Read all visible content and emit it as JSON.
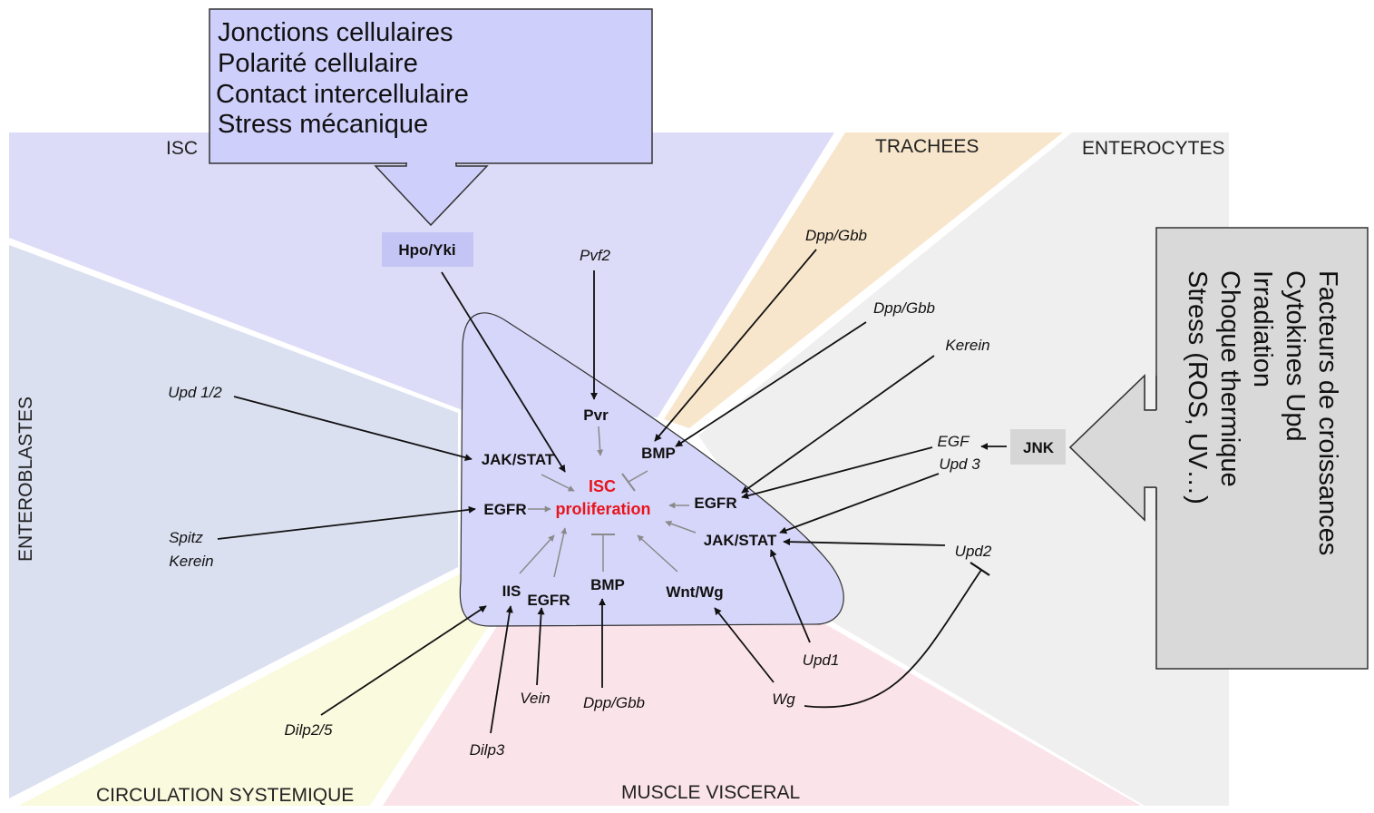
{
  "colors": {
    "isc": "#dcdcf8",
    "enteroblasts": "#dbe0f1",
    "trachees": "#f8e6cc",
    "enterocytes": "#efefef",
    "circulation": "#fafade",
    "muscle": "#fbe3ea",
    "cell": "#d6d6fa",
    "top_box": "#cfcffc",
    "right_box": "#d9d9d9",
    "hpo_box": "#c5c5f5",
    "jnk_box": "#d6d6d6",
    "proliferation": "#e8141c"
  },
  "regions": {
    "isc": "ISC",
    "trachees": "TRACHEES",
    "enterocytes": "ENTEROCYTES",
    "enteroblasts": "ENTEROBLASTES",
    "circulation": "CIRCULATION SYSTEMIQUE",
    "muscle": "MUSCLE VISCERAL"
  },
  "top_box": {
    "lines": [
      "Jonctions cellulaires",
      "Polarité cellulaire",
      "Contact intercellulaire",
      "Stress mécanique"
    ]
  },
  "right_box": {
    "lines": [
      "Facteurs de croissances",
      "Cytokines Upd",
      "Irradiation",
      "Choque thermique",
      "Stress (ROS, UV…)"
    ]
  },
  "center": {
    "line1": "ISC",
    "line2": "proliferation"
  },
  "pathways": {
    "hpo_yki": "Hpo/Yki",
    "jnk": "JNK",
    "pvr": "Pvr",
    "jak_stat_left": "JAK/STAT",
    "bmp_top": "BMP",
    "egfr_left": "EGFR",
    "egfr_right": "EGFR",
    "jak_stat_right": "JAK/STAT",
    "iis": "IIS",
    "egfr_bottom": "EGFR",
    "bmp_bottom": "BMP",
    "wnt_wg": "Wnt/Wg"
  },
  "signals": {
    "pvf2": "Pvf2",
    "dpp_gbb_1": "Dpp/Gbb",
    "dpp_gbb_2": "Dpp/Gbb",
    "kerein_right": "Kerein",
    "egf": "EGF",
    "upd3": "Upd 3",
    "upd2": "Upd2",
    "upd12": "Upd 1/2",
    "spitz": "Spitz",
    "kerein_left": "Kerein",
    "upd1": "Upd1",
    "wg": "Wg",
    "dpp_gbb_bottom": "Dpp/Gbb",
    "vein": "Vein",
    "dilp25": "Dilp2/5",
    "dilp3": "Dilp3"
  }
}
